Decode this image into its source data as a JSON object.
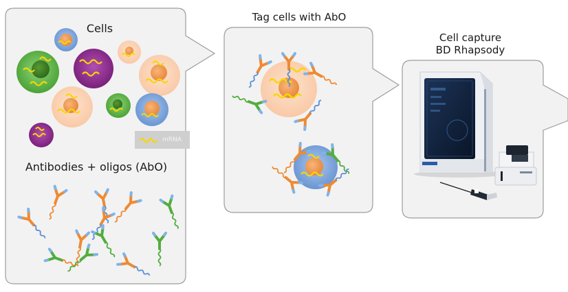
{
  "panels": {
    "sample": {
      "title": "Cells",
      "legend_label": "mRNA",
      "abo_title": "Antibodies + oligos (AbO)"
    },
    "tagging": {
      "title": "Tag cells with AbO"
    },
    "capture": {
      "title_line1": "Cell capture",
      "title_line2": "BD Rhapsody"
    }
  },
  "colors": {
    "panel_fill": "#f2f2f2",
    "panel_stroke": "#9c9c9c",
    "cell_peach": "#fcd1b2",
    "cell_green": "#59b744",
    "cell_purple": "#8b2a8c",
    "cell_blue": "#7ea6dc",
    "nucleus_orange": "#f5a15a",
    "mrna_yellow": "#f7d700",
    "antibody_orange": "#ee8a33",
    "antibody_green": "#52ad3f",
    "oligo_blue": "#5b8fd4",
    "instrument_body": "#eef0f3",
    "instrument_screen": "#0f1e35"
  },
  "icons": [
    "cell-icon",
    "mrna-strand-icon",
    "antibody-icon",
    "oligo-barcode-icon",
    "bd-rhapsody-instrument",
    "pipette-icon",
    "arrow-chevron-icon"
  ]
}
